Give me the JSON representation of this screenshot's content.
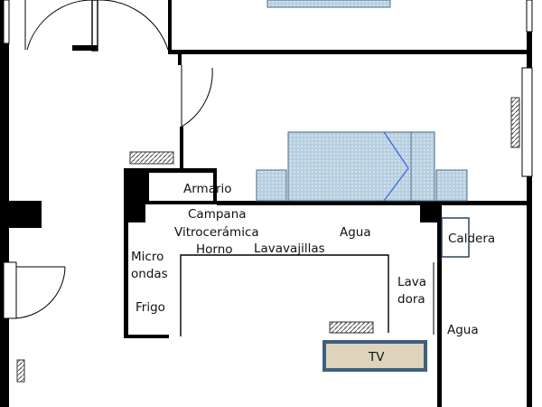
{
  "rooms": {
    "wardrobe": "Armario",
    "hood": "Campana",
    "ceramic_hob": "Vitrocerámica",
    "oven": "Horno",
    "dishwasher": "Lavavajillas",
    "water_kitchen": "Agua",
    "microwave_1": "Micro",
    "microwave_2": "ondas",
    "fridge": "Frigo",
    "washer_1": "Lava",
    "washer_2": "dora",
    "boiler": "Caldera",
    "water_bath": "Agua",
    "tv": "TV"
  },
  "colors": {
    "wall": "#000000",
    "furniture_fill": "#b7cfe0",
    "furniture_stroke": "#4a6f8f",
    "tv_fill": "#ddd4bb",
    "tv_stroke": "#3e5f80"
  }
}
